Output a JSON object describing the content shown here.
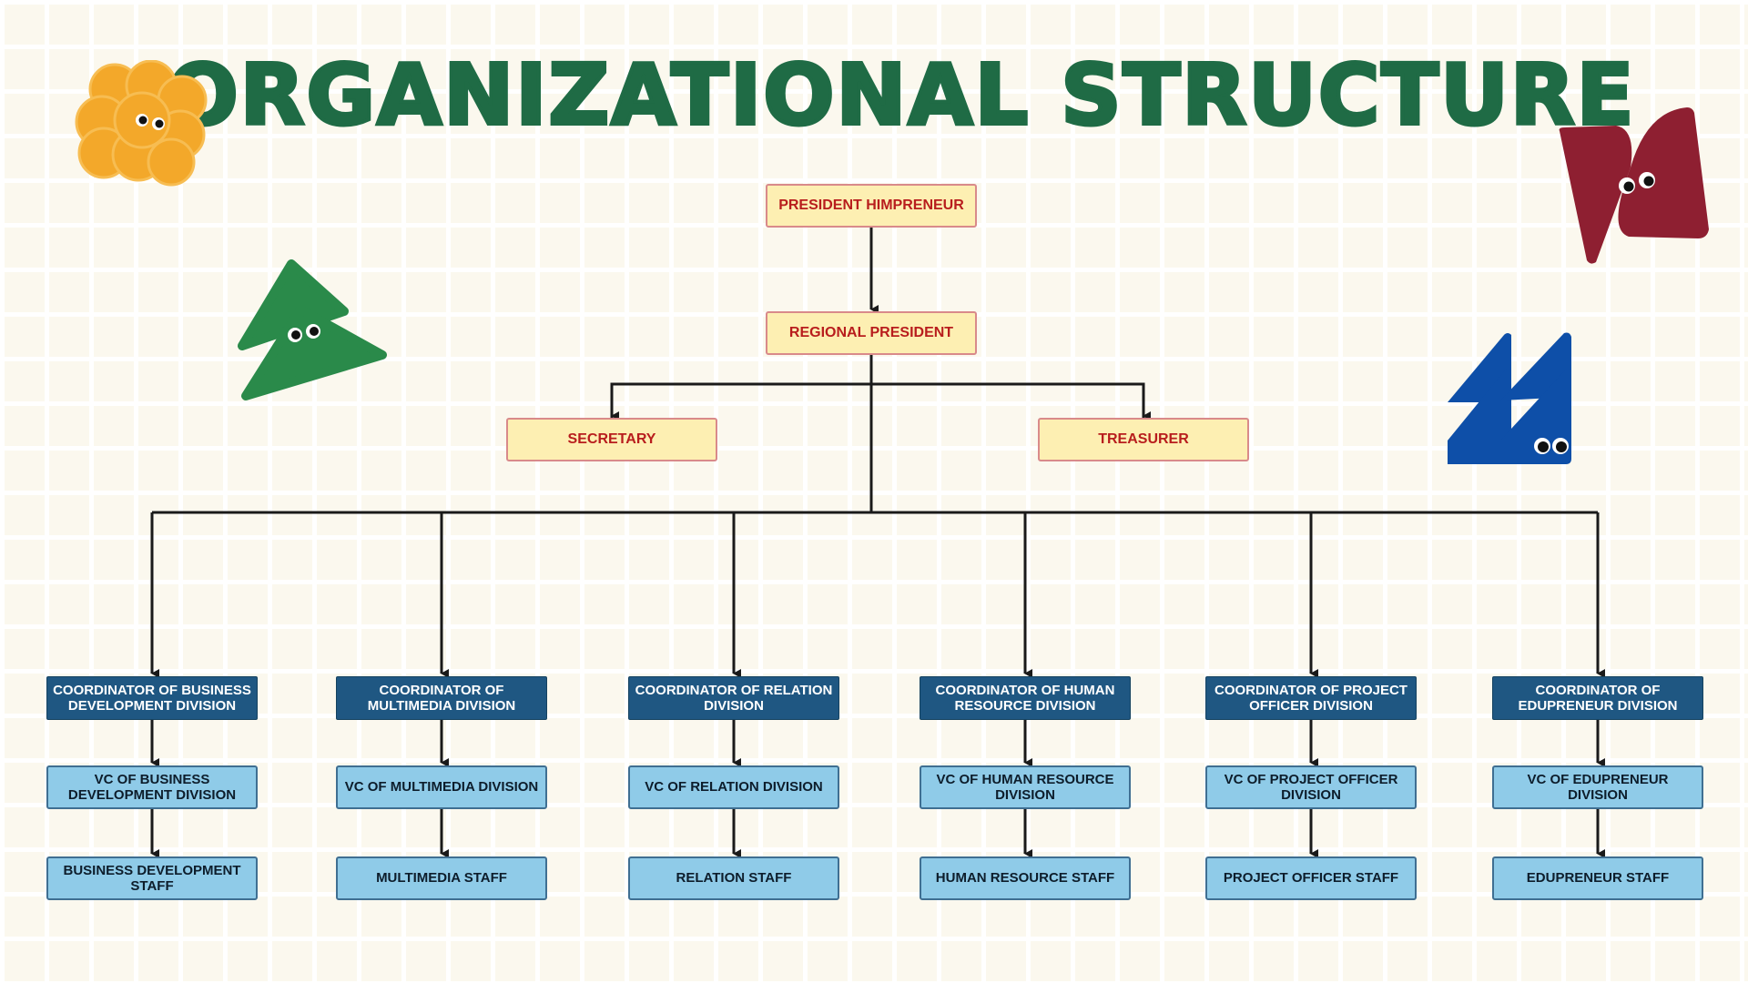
{
  "title": "ORGANIZATIONAL STRUCTURE",
  "colors": {
    "title": "#1f6b45",
    "top_box_fill": "#fdefb2",
    "top_box_text": "#b81d1d",
    "coordinator_fill": "#1f5782",
    "vc_staff_fill": "#8fcbe8",
    "connector": "#1a1a1a"
  },
  "leadership": {
    "president": "PRESIDENT HIMPRENEUR",
    "regional_president": "REGIONAL PRESIDENT",
    "secretary": "SECRETARY",
    "treasurer": "TREASURER"
  },
  "divisions": [
    {
      "coordinator": "COORDINATOR OF BUSINESS DEVELOPMENT DIVISION",
      "vc": "VC OF BUSINESS DEVELOPMENT DIVISION",
      "staff": "BUSINESS DEVELOPMENT STAFF"
    },
    {
      "coordinator": "COORDINATOR OF MULTIMEDIA DIVISION",
      "vc": "VC OF MULTIMEDIA DIVISION",
      "staff": "MULTIMEDIA STAFF"
    },
    {
      "coordinator": "COORDINATOR OF RELATION DIVISION",
      "vc": "VC OF RELATION DIVISION",
      "staff": "RELATION STAFF"
    },
    {
      "coordinator": "COORDINATOR OF HUMAN RESOURCE DIVISION",
      "vc": "VC OF HUMAN RESOURCE DIVISION",
      "staff": "HUMAN RESOURCE STAFF"
    },
    {
      "coordinator": "COORDINATOR OF PROJECT OFFICER DIVISION",
      "vc": "VC OF PROJECT OFFICER DIVISION",
      "staff": "PROJECT OFFICER STAFF"
    },
    {
      "coordinator": "COORDINATOR OF EDUPRENEUR DIVISION",
      "vc": "VC OF EDUPRENEUR DIVISION",
      "staff": "EDUPRENEUR STAFF"
    }
  ],
  "decorations": [
    {
      "name": "orange-bubble-cluster-character",
      "color": "#f3a82a"
    },
    {
      "name": "green-triangle-character",
      "color": "#2a8a4a"
    },
    {
      "name": "red-bowtie-character",
      "color": "#8e1f31"
    },
    {
      "name": "blue-stacked-triangles-character",
      "color": "#0e4fa8"
    }
  ]
}
